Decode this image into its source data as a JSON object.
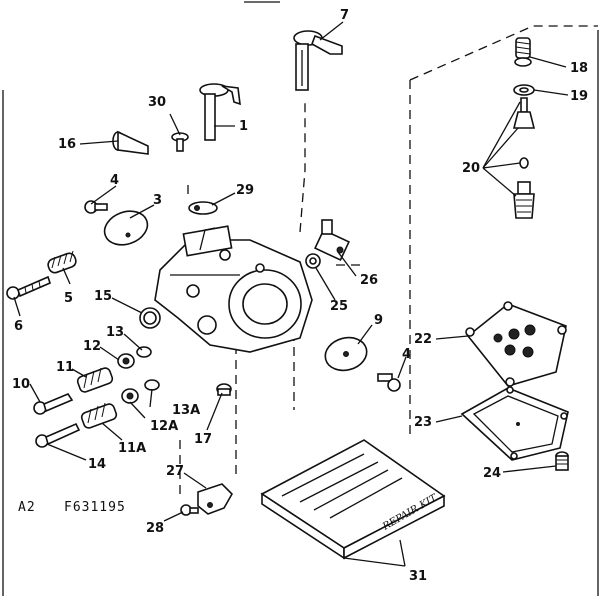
{
  "diagram": {
    "plate_code": "A2",
    "part_code": "F631195",
    "kit_label": "REPAIR KIT",
    "callouts": {
      "c1": "1",
      "c3": "3",
      "c4a": "4",
      "c4b": "4",
      "c5": "5",
      "c6": "6",
      "c7": "7",
      "c9": "9",
      "c10": "10",
      "c11": "11",
      "c11a": "11A",
      "c12": "12",
      "c12a": "12A",
      "c13": "13",
      "c13a": "13A",
      "c14": "14",
      "c15": "15",
      "c16": "16",
      "c17": "17",
      "c18": "18",
      "c19": "19",
      "c20": "20",
      "c22": "22",
      "c23": "23",
      "c24": "24",
      "c25": "25",
      "c26": "26",
      "c27": "27",
      "c28": "28",
      "c29": "29",
      "c30": "30",
      "c31": "31"
    }
  }
}
